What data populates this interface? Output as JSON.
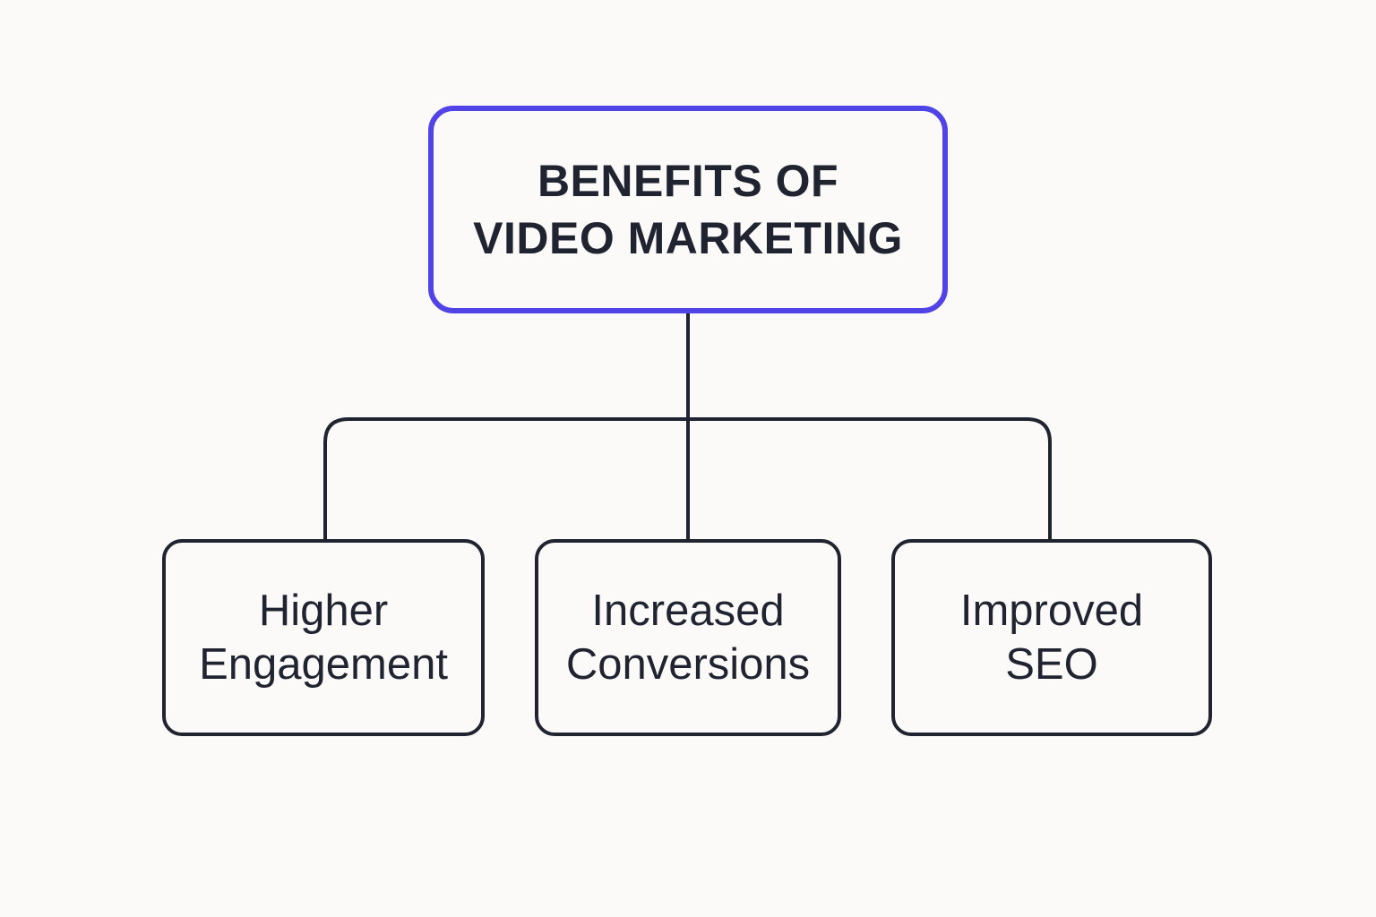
{
  "diagram": {
    "root": {
      "label": "BENEFITS OF\nVIDEO MARKETING"
    },
    "children": [
      {
        "label": "Higher\nEngagement"
      },
      {
        "label": "Increased\nConversions"
      },
      {
        "label": "Improved\nSEO"
      }
    ]
  },
  "colors": {
    "background": "#fbfaf8",
    "root_border": "#5144e6",
    "text": "#1f2430",
    "connector": "#1f2430"
  }
}
